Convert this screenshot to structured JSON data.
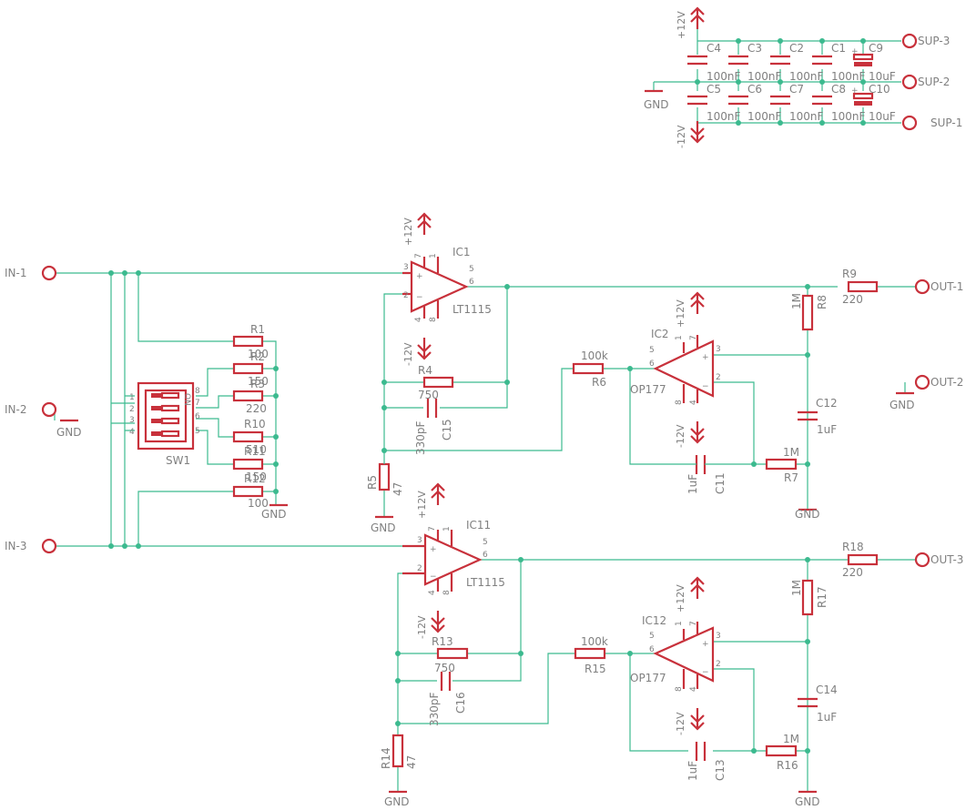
{
  "supply": {
    "v_pos": "+12V",
    "v_neg": "-12V",
    "gnd": "GND",
    "sup1": "SUP-1",
    "sup2": "SUP-2",
    "sup3": "SUP-3",
    "c1": "C1",
    "c2": "C2",
    "c3": "C3",
    "c4": "C4",
    "c5": "C5",
    "c6": "C6",
    "c7": "C7",
    "c8": "C8",
    "c9": "C9",
    "c10": "C10",
    "v100n": "100nF",
    "v10u": "10uF"
  },
  "inputs": {
    "in1": "IN-1",
    "in2": "IN-2",
    "in3": "IN-3",
    "gnd": "GND"
  },
  "outputs": {
    "out1": "OUT-1",
    "out2": "OUT-2",
    "out3": "OUT-3",
    "gnd": "GND"
  },
  "sw": {
    "name": "SW1",
    "on": "ON",
    "r1": "R1",
    "r2": "R2",
    "r3": "R3",
    "r10": "R10",
    "r11": "R11",
    "r12": "R12",
    "v100": "100",
    "v150": "150",
    "v220": "220",
    "v510": "510",
    "gnd": "GND"
  },
  "stage1": {
    "ic1": "IC1",
    "ic1_part": "LT1115",
    "ic2": "IC2",
    "ic2_part": "OP177",
    "r4": "R4",
    "r4_val": "750",
    "c15": "C15",
    "c15_val": "330pF",
    "r5": "R5",
    "r5_val": "47",
    "r6": "R6",
    "r6_val": "100k",
    "r7": "R7",
    "r7_val": "1M",
    "r8": "R8",
    "r8_val": "1M",
    "r9": "R9",
    "r9_val": "220",
    "c11": "C11",
    "c11_val": "1uF",
    "c12": "C12",
    "c12_val": "1uF",
    "v_pos": "+12V",
    "v_neg": "-12V",
    "gnd": "GND"
  },
  "stage2": {
    "ic11": "IC11",
    "ic11_part": "LT1115",
    "ic12": "IC12",
    "ic12_part": "OP177",
    "r13": "R13",
    "r13_val": "750",
    "c16": "C16",
    "c16_val": "330pF",
    "r14": "R14",
    "r14_val": "47",
    "r15": "R15",
    "r15_val": "100k",
    "r16": "R16",
    "r16_val": "1M",
    "r17": "R17",
    "r17_val": "1M",
    "r18": "R18",
    "r18_val": "220",
    "c13": "C13",
    "c13_val": "1uF",
    "c14": "C14",
    "c14_val": "1uF",
    "v_pos": "+12V",
    "v_neg": "-12V",
    "gnd": "GND"
  },
  "pins": {
    "p1": "1",
    "p2": "2",
    "p3": "3",
    "p4": "4",
    "p5": "5",
    "p6": "6",
    "p7": "7",
    "p8": "8",
    "plus": "+",
    "minus": "−"
  }
}
